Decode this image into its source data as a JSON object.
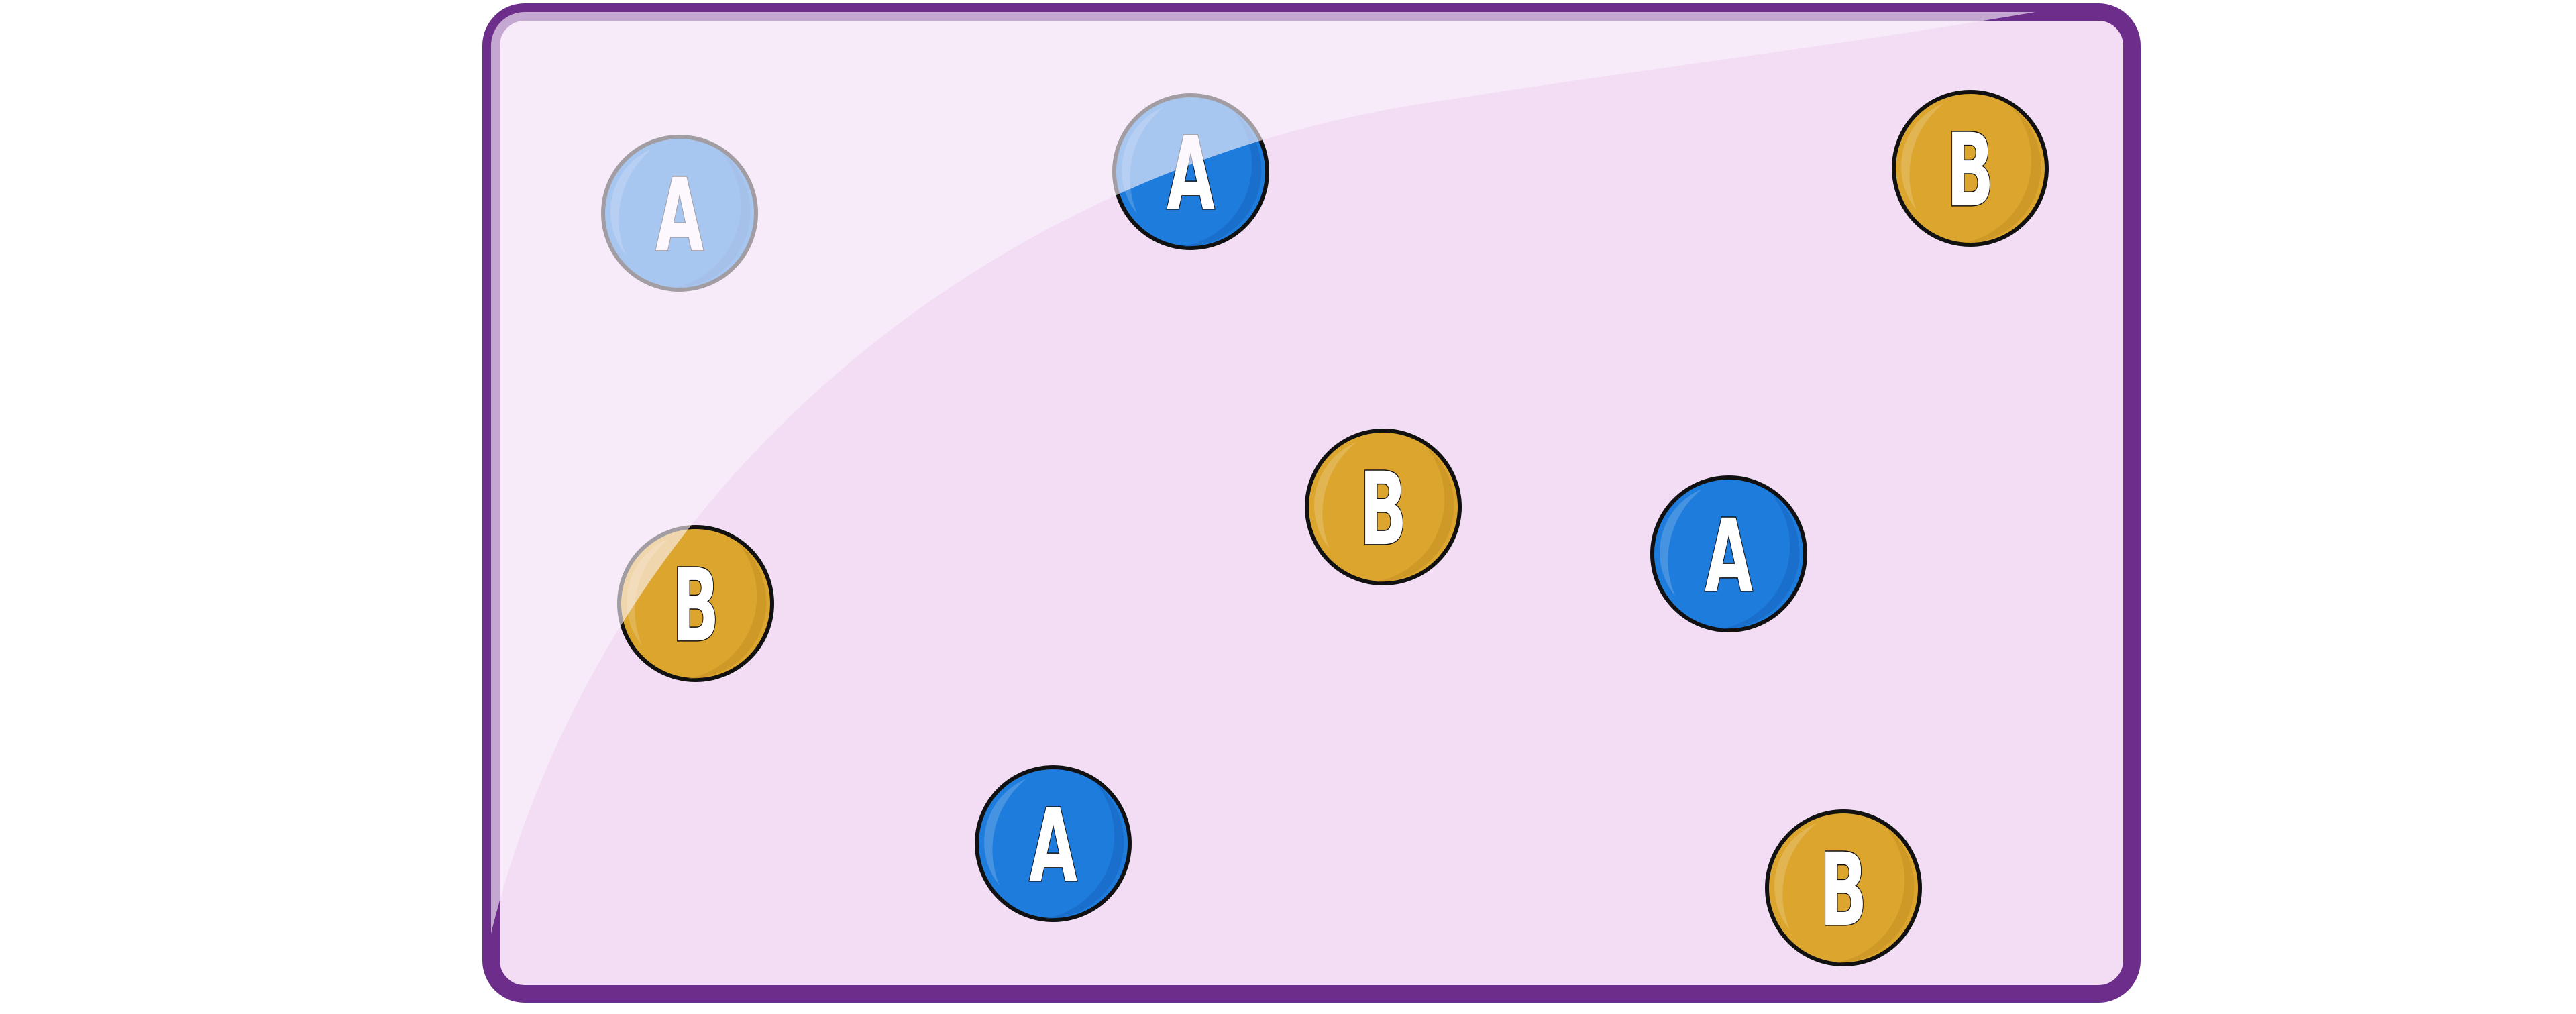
{
  "colors": {
    "frame_border": "#6d2e8b",
    "frame_fill": "#f2ddf5",
    "glare": "#fbf3fc",
    "type_a_ball": "#1e7cdc",
    "type_a_ball_shade": "#1565bd",
    "type_b_ball": "#dca52e",
    "type_b_ball_shade": "#c48f22",
    "ball_outline": "#111111",
    "letter_fill": "#ffffff"
  },
  "legend_types": {
    "A": {
      "label": "A",
      "color_key": "type_a_ball"
    },
    "B": {
      "label": "B",
      "color_key": "type_b_ball"
    }
  },
  "particles": [
    {
      "label": "A",
      "type": "A"
    },
    {
      "label": "A",
      "type": "A"
    },
    {
      "label": "B",
      "type": "B"
    },
    {
      "label": "B",
      "type": "B"
    },
    {
      "label": "B",
      "type": "B"
    },
    {
      "label": "A",
      "type": "A"
    },
    {
      "label": "A",
      "type": "A"
    },
    {
      "label": "B",
      "type": "B"
    }
  ],
  "counts": {
    "A": 4,
    "B": 4
  }
}
